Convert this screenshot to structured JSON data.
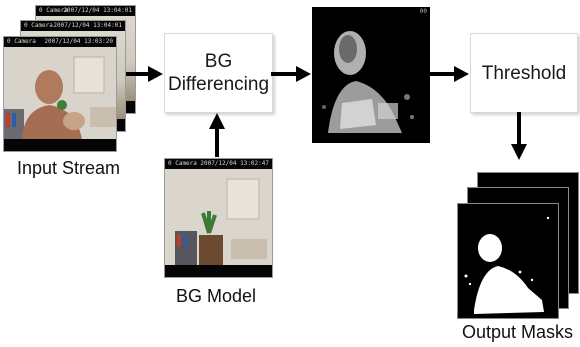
{
  "nodes": {
    "input_stream": {
      "label": "Input Stream",
      "frames": [
        {
          "osd_left": "0 Camera",
          "osd_right": "2007/12/04 13:04:01"
        },
        {
          "osd_left": "0 Camera",
          "osd_right": "2007/12/04 13:04:01"
        },
        {
          "osd_left": "0 Camera",
          "osd_right": "2007/12/04 13:03:20"
        }
      ]
    },
    "bg_differencing": {
      "label_line1": "BG",
      "label_line2": "Differencing"
    },
    "difference_image": {
      "badge": "00"
    },
    "threshold": {
      "label": "Threshold"
    },
    "bg_model": {
      "label": "BG Model",
      "frame": {
        "osd_left": "0 Camera",
        "osd_right": "2007/12/04 13:02:47"
      }
    },
    "output_masks": {
      "label": "Output Masks"
    }
  },
  "colors": {
    "arrow": "#000000",
    "box_border": "#d9d9d9",
    "frame_border": "#9a9a9a"
  }
}
